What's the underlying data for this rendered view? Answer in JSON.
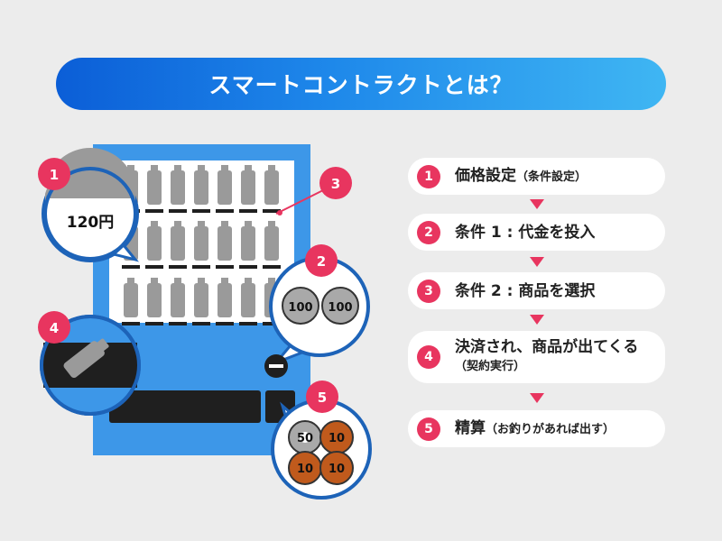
{
  "title": "スマートコントラクトとは？",
  "illustration": {
    "price_label": "120円",
    "coins_inserted": [
      "100",
      "100"
    ],
    "coins_change": [
      "50",
      "10",
      "10",
      "10"
    ],
    "callout_numbers": [
      "1",
      "2",
      "3",
      "4",
      "5"
    ]
  },
  "steps": [
    {
      "num": "1",
      "text": "価格設定",
      "sub": "（条件設定）"
    },
    {
      "num": "2",
      "text": "条件 1 : 代金を投入",
      "sub": ""
    },
    {
      "num": "3",
      "text": "条件 2 : 商品を選択",
      "sub": ""
    },
    {
      "num": "4",
      "text": "決済され、商品が出てくる",
      "sub": "（契約実行）"
    },
    {
      "num": "5",
      "text": "精算",
      "sub": "（お釣りがあれば出す）"
    }
  ],
  "colors": {
    "accent": "#e8355f",
    "machine": "#3d97e8",
    "border": "#1d63b8",
    "bottle": "#9a9a9a",
    "bronze": "#c05a1c",
    "silver": "#a9a9a9"
  }
}
